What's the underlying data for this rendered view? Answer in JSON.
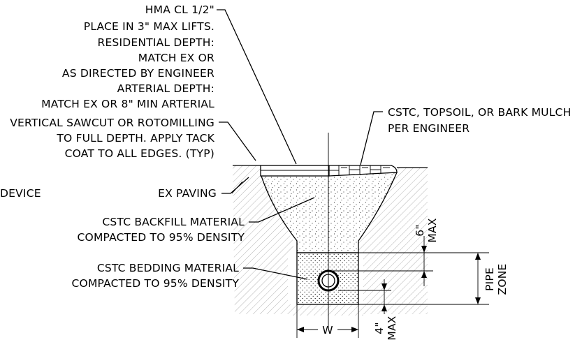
{
  "colors": {
    "ink": "#000000",
    "background": "#ffffff",
    "soil_hatch": "#b5b5b5"
  },
  "labels": {
    "hma": [
      "HMA CL 1/2\"",
      "PLACE IN 3\" MAX LIFTS.",
      "RESIDENTIAL DEPTH:",
      "MATCH EX OR",
      "AS DIRECTED BY ENGINEER",
      "ARTERIAL DEPTH:",
      "MATCH EX OR 8\" MIN ARTERIAL"
    ],
    "sawcut": [
      "VERTICAL SAWCUT OR ROTOMILLING",
      "TO FULL DEPTH. APPLY TACK",
      "COAT TO ALL EDGES. (TYP)"
    ],
    "cstc_surface": [
      "CSTC, TOPSOIL, OR BARK MULCH",
      "PER ENGINEER"
    ],
    "device": "DEVICE",
    "ex_paving": "EX PAVING",
    "backfill": [
      "CSTC BACKFILL MATERIAL",
      "COMPACTED TO 95% DENSITY"
    ],
    "bedding": [
      "CSTC BEDDING MATERIAL",
      "COMPACTED TO 95% DENSITY"
    ],
    "dim_6": [
      "6\"",
      "MAX"
    ],
    "dim_4": [
      "4\"",
      "MAX"
    ],
    "pipe_zone": [
      "PIPE",
      "ZONE"
    ],
    "width": "W"
  }
}
